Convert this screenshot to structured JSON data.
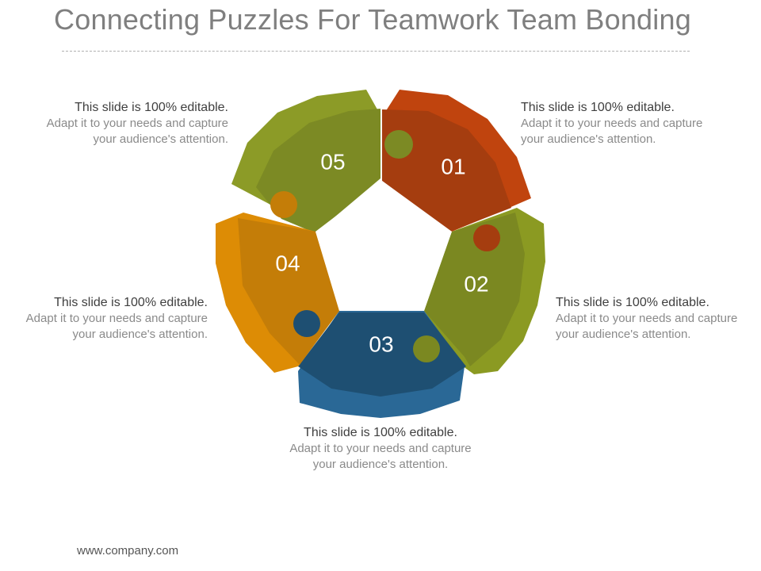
{
  "slide": {
    "title": "Connecting Puzzles For Teamwork Team Bonding",
    "footer": "www.company.com"
  },
  "pieces": [
    {
      "number": "01",
      "color": "#c0440e",
      "inner_color": "#a53d0f"
    },
    {
      "number": "02",
      "color": "#8b9a22",
      "inner_color": "#7b8821"
    },
    {
      "number": "03",
      "color": "#2a6896",
      "inner_color": "#1e4f72"
    },
    {
      "number": "04",
      "color": "#dd8c05",
      "inner_color": "#c47d08"
    },
    {
      "number": "05",
      "color": "#8c9b27",
      "inner_color": "#7c8a24"
    }
  ],
  "descriptions": [
    {
      "lead": "This slide is 100% editable.",
      "body": "Adapt it to your needs and capture your audience's attention."
    },
    {
      "lead": "This slide is 100% editable.",
      "body": "Adapt it to your needs and capture your audience's attention."
    },
    {
      "lead": "This slide is 100% editable.",
      "body": "Adapt it to your needs and capture your audience's attention."
    },
    {
      "lead": "This slide is 100% editable.",
      "body": "Adapt it to your needs and capture your audience's attention."
    },
    {
      "lead": "This slide is 100% editable.",
      "body": "Adapt it to your needs and capture your audience's attention."
    }
  ]
}
